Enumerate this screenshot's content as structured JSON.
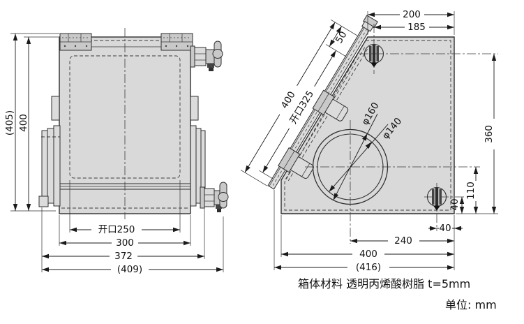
{
  "front_view": {
    "dim_height_overall": "(405)",
    "dim_height": "400",
    "dim_opening": "开口250",
    "dim_width_inner": "300",
    "dim_width_flange": "372",
    "dim_width_overall": "(409)"
  },
  "side_view": {
    "dim_top_width": "200",
    "dim_top_fitting": "185",
    "dim_slant_offset": "50",
    "dim_slant_opening": "开口325",
    "dim_slant_length": "400",
    "dim_dia_outer": "φ160",
    "dim_dia_inner": "φ140",
    "dim_height_fitting": "360",
    "dim_height_circle": "110",
    "dim_fitting_up": "40",
    "dim_fitting_in": "40",
    "dim_circle_offset": "240",
    "dim_width": "400",
    "dim_width_overall": "(416)"
  },
  "notes": {
    "material": "箱体材料 透明丙烯酸树脂 t=5mm",
    "unit": "单位: mm"
  },
  "colors": {
    "body_fill": "#d9d9d9",
    "line": "#2f2f2f",
    "background": "#ffffff"
  }
}
